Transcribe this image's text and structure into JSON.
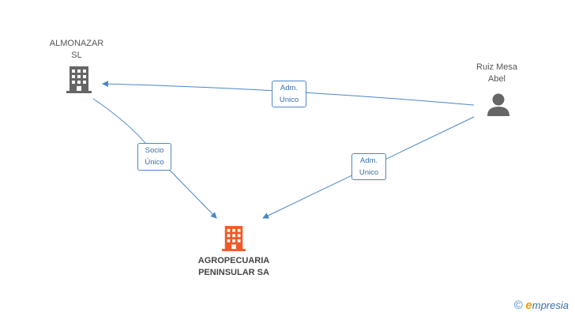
{
  "nodes": {
    "almonazar": {
      "line1": "ALMONAZAR",
      "line2": "SL",
      "icon": "building-icon",
      "color": "#666666"
    },
    "ruiz": {
      "line1": "Ruiz Mesa",
      "line2": "Abel",
      "icon": "person-icon",
      "color": "#666666"
    },
    "agropecuaria": {
      "line1": "AGROPECUARIA",
      "line2": "PENINSULAR SA",
      "icon": "building-icon",
      "color": "#f05a28"
    }
  },
  "edges": [
    {
      "from": "Ruiz Mesa Abel",
      "to": "ALMONAZAR SL",
      "line1": "Adm.",
      "line2": "Unico"
    },
    {
      "from": "ALMONAZAR SL",
      "to": "AGROPECUARIA PENINSULAR SA",
      "line1": "Socio",
      "line2": "Único"
    },
    {
      "from": "Ruiz Mesa Abel",
      "to": "AGROPECUARIA PENINSULAR SA",
      "line1": "Adm.",
      "line2": "Unico"
    }
  ],
  "colors": {
    "edge": "#4a86c8",
    "edge_label_text": "#3a6fae"
  },
  "brand": {
    "copyright": "©",
    "e": "e",
    "rest": "mpresia"
  }
}
